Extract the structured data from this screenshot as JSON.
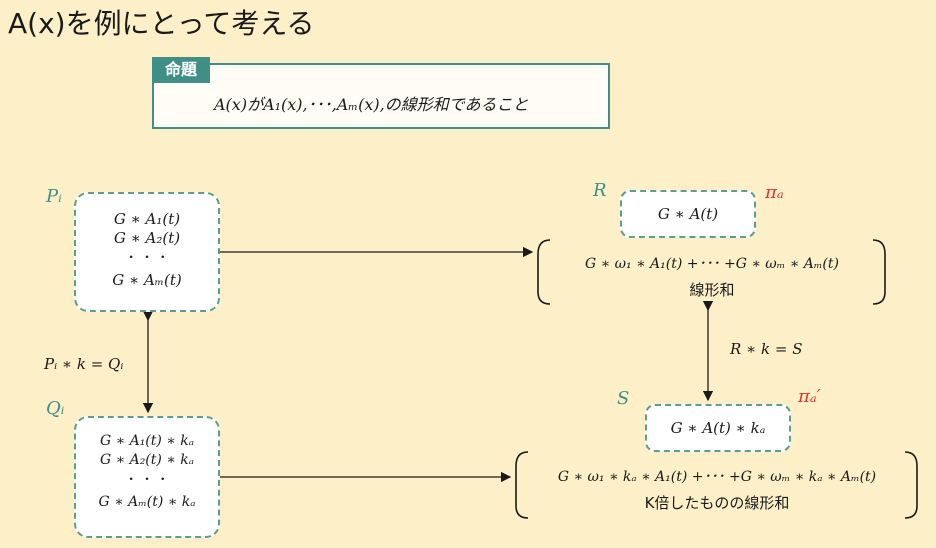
{
  "title": "A(x)を例にとって考える",
  "proposition": {
    "tag": "命題",
    "text": "A(x)がA₁(x),･･･,Aₘ(x),の線形和であること"
  },
  "left_top": {
    "label": "Pᵢ",
    "lines": [
      "G ∗ A₁(t)",
      "G ∗  A₂(t)",
      "・ ・ ・",
      "G ∗ Aₘ(t)"
    ]
  },
  "left_bottom": {
    "label": "Qᵢ",
    "lines": [
      "G ∗ A₁(t) ∗ kₐ",
      "G ∗  A₂(t) ∗ kₐ",
      "・ ・ ・",
      "G ∗ Aₘ(t) ∗ kₐ"
    ]
  },
  "left_relation": "Pᵢ ∗ k = Qᵢ",
  "right_top": {
    "label": "R",
    "pi_label": "πₐ",
    "box_text": "G ∗ A(t)",
    "sum_text": "G ∗ ω₁ ∗ A₁(t) +･･･ +G ∗ ωₘ ∗  Aₘ(t)",
    "sum_caption": "線形和"
  },
  "right_relation": "R ∗ k = S",
  "right_bottom": {
    "label": "S",
    "pi_label": "πₐ′",
    "box_text": "G ∗ A(t) ∗ kₐ",
    "sum_text": "G ∗ ω₁ ∗ kₐ ∗ A₁(t) +･･･ +G ∗ ωₘ ∗ kₐ ∗ Aₘ(t)",
    "sum_caption": "K倍したものの線形和"
  },
  "colors": {
    "background": "#fdf0c8",
    "teal": "#3f8f86",
    "dashed_border": "#5d9e8a",
    "red": "#e03030"
  }
}
